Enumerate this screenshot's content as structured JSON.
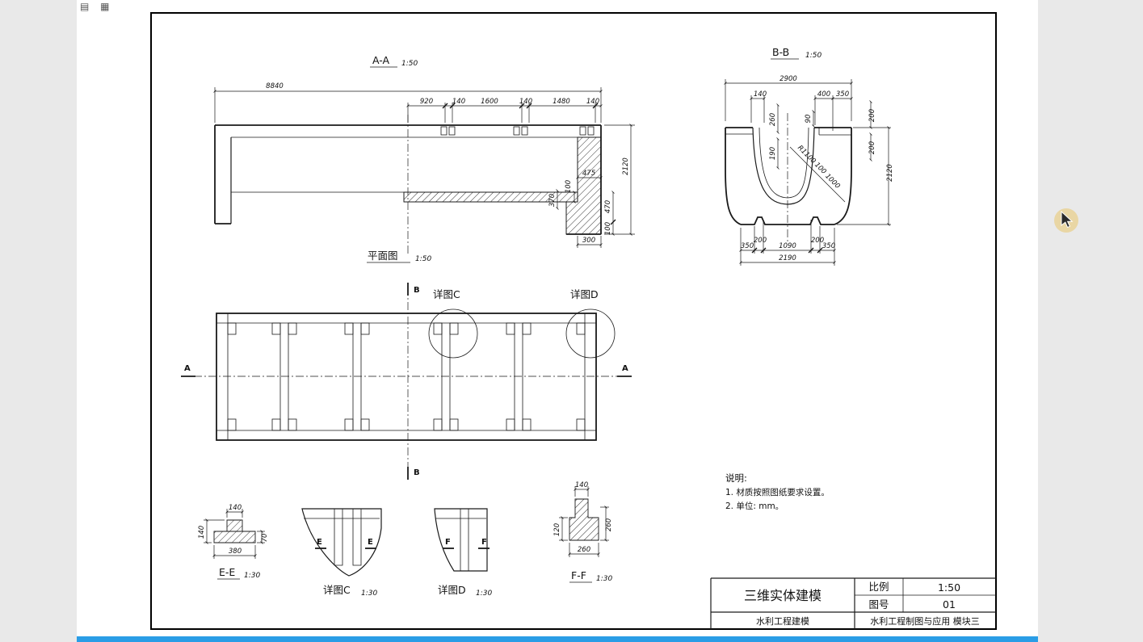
{
  "canvas": {
    "background": "#e9e9e9",
    "page_background": "#ffffff",
    "line_color": "#1a1a1a",
    "progress_color": "#2a9de6",
    "cursor_highlight_color": "#e9d6a4"
  },
  "chrome": {
    "icon_left": "▤",
    "icon_right": "▦"
  },
  "sheet": {
    "section_aa": {
      "title": "A-A",
      "scale": "1:50",
      "dim_total": "8840",
      "chain": [
        "920",
        "140",
        "1600",
        "140",
        "1480",
        "140"
      ],
      "dim_height": "2120",
      "dim_475": "475",
      "dim_100_floor": "100",
      "dim_370": "370",
      "dim_470": "470",
      "dim_100_foot": "100",
      "dim_300": "300"
    },
    "section_bb": {
      "title": "B-B",
      "scale": "1:50",
      "dim_top": "2900",
      "top_chain": [
        "140",
        "400",
        "350"
      ],
      "dim_260": "260",
      "dim_190": "190",
      "dim_90": "90",
      "dim_200_a": "200",
      "dim_200_b": "200",
      "dim_height": "2120",
      "radius_labels": [
        "R1100",
        "100",
        "1000"
      ],
      "bottom_chain": [
        "350",
        "200",
        "1090",
        "200",
        "350"
      ],
      "dim_bottom_total": "2190"
    },
    "plan": {
      "title": "平面图",
      "scale": "1:50",
      "detail_c_label": "详图C",
      "detail_d_label": "详图D",
      "mark_a": "A",
      "mark_b": "B"
    },
    "detail_ee": {
      "title": "E-E",
      "scale": "1:30",
      "dim_top": "140",
      "dim_left": "140",
      "dim_bottom": "380",
      "dim_right": "70"
    },
    "detail_c": {
      "title": "详图C",
      "scale": "1:30",
      "mark": "E"
    },
    "detail_d": {
      "title": "详图D",
      "scale": "1:30",
      "mark": "F"
    },
    "detail_ff": {
      "title": "F-F",
      "scale": "1:30",
      "dim_top": "140",
      "dim_left": "120",
      "dim_right": "260",
      "dim_bottom": "260"
    },
    "notes": {
      "heading": "说明:",
      "item1": "1. 材质按照图纸要求设置。",
      "item2": "2. 单位: mm。"
    },
    "title_block": {
      "project": "三维实体建模",
      "scale_label": "比例",
      "scale_value": "1:50",
      "number_label": "图号",
      "number_value": "01",
      "bottom_left": "水利工程建模",
      "bottom_right": "水利工程制图与应用 模块三"
    }
  }
}
